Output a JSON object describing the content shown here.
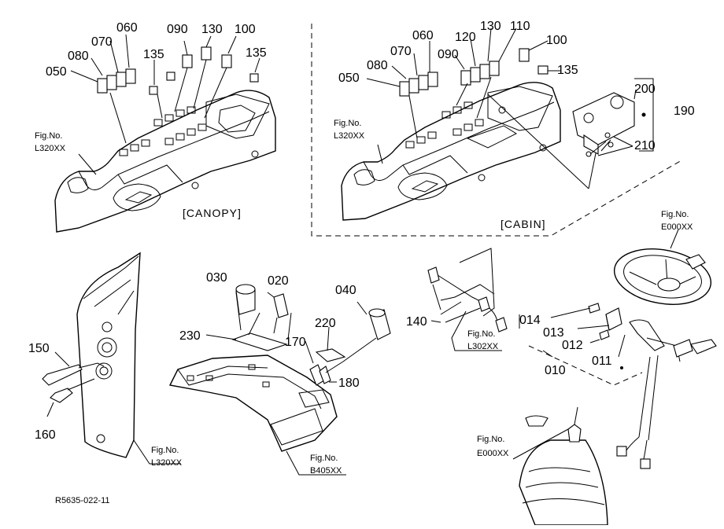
{
  "sections": {
    "canopy": "[CANOPY]",
    "cabin": "[CABIN]"
  },
  "fig_label": "Fig.No.",
  "fig_refs": {
    "canopy": "L320XX",
    "cabin": "L320XX",
    "pillar": "L320XX",
    "panel": "B405XX",
    "cable": "L302XX",
    "steering": "E000XX",
    "column": "E000XX"
  },
  "parts": {
    "p050a": "050",
    "p080a": "080",
    "p070a": "070",
    "p060a": "060",
    "p135a": "135",
    "p090a": "090",
    "p130a": "130",
    "p100a": "100",
    "p135b": "135",
    "p050b": "050",
    "p080b": "080",
    "p070b": "070",
    "p060b": "060",
    "p090b": "090",
    "p120b": "120",
    "p130b": "130",
    "p110b": "110",
    "p100b": "100",
    "p135c": "135",
    "p200": "200",
    "p190": "190",
    "p210": "210",
    "p150": "150",
    "p160": "160",
    "p030": "030",
    "p020": "020",
    "p040": "040",
    "p230": "230",
    "p220": "220",
    "p170": "170",
    "p180": "180",
    "p140": "140",
    "p014": "014",
    "p013": "013",
    "p012": "012",
    "p011": "011",
    "p010": "010"
  },
  "drawing_code": "R5635-022-11"
}
